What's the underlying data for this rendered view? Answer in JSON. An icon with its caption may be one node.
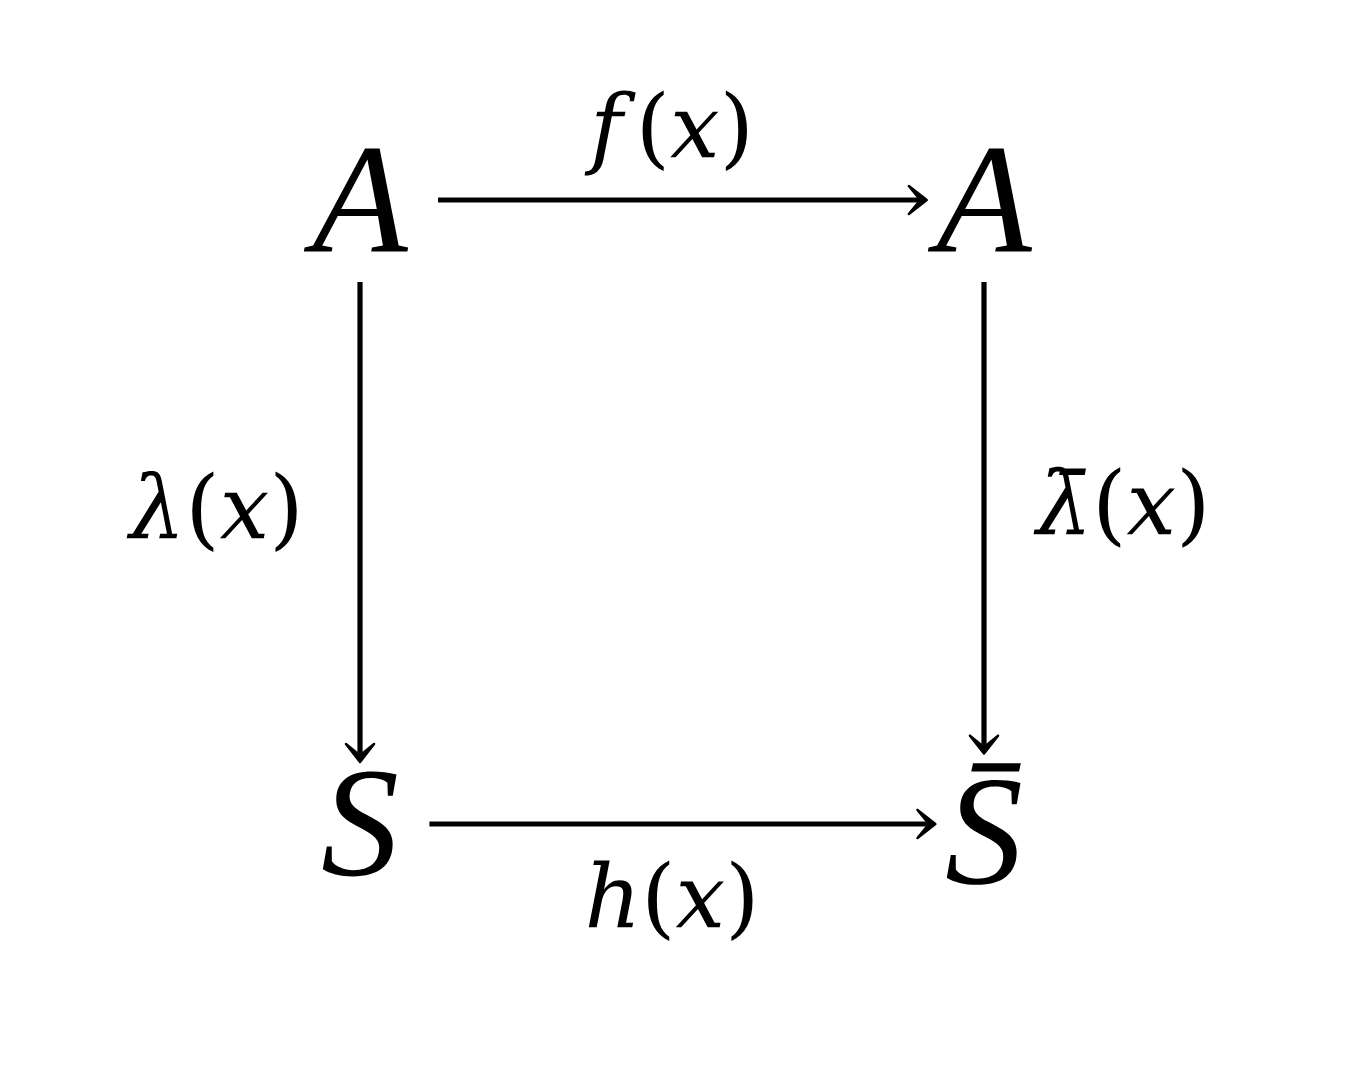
{
  "diagram": {
    "nodes": [
      {
        "text": [
          "A"
        ]
      },
      {
        "text": [
          "A"
        ]
      },
      {
        "text": [
          "S"
        ]
      },
      {
        "text": [
          "S̄"
        ]
      }
    ],
    "edges": [
      {
        "from": 0,
        "to": 1,
        "arrow": "to",
        "label": "*f*(*x*)"
      },
      {
        "from": 0,
        "to": 2,
        "arrow": "to",
        "label": "*λ*(*x*)"
      },
      {
        "from": 1,
        "to": 3,
        "arrow": "to",
        "label": "*λ̄*(*x*)"
      },
      {
        "from": 2,
        "to": 3,
        "arrow": "to",
        "label": "*h*(*x*)"
      }
    ]
  }
}
